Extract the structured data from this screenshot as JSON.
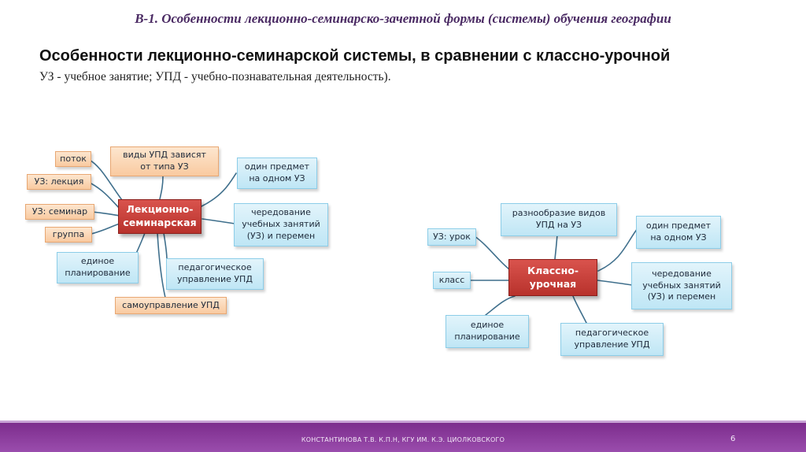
{
  "header": {
    "title": "В-1. Особенности лекционно-семинарско-зачетной формы (системы) обучения географии"
  },
  "main_title": "Особенности лекционно-семинарской системы, в сравнении с классно-урочной",
  "subtitle": "УЗ - учебное занятие; УПД - учебно-познавательная деятельность).",
  "left_diagram": {
    "center": "Лекционно-\nсеминарская",
    "nodes": {
      "potok": "поток",
      "lekciya": "УЗ: лекция",
      "seminar": "УЗ: семинар",
      "gruppa": "группа",
      "vidy": "виды УПД зависят\nот типа УЗ",
      "odin": "один предмет\nна одном УЗ",
      "cheredovanie": "чередование\nучебных занятий\n(УЗ) и перемен",
      "planirovanie": "единое\nпланирование",
      "pedagogicheskoe": "педагогическое\nуправление УПД",
      "samoupravlenie": "самоуправление УПД"
    }
  },
  "right_diagram": {
    "center": "Классно-\nурочная",
    "nodes": {
      "urok": "УЗ: урок",
      "klass": "класс",
      "raznoobrazie": "разнообразие видов\nУПД на УЗ",
      "odin": "один предмет\nна одном УЗ",
      "cheredovanie": "чередование\nучебных занятий\n(УЗ) и перемен",
      "planirovanie": "единое\nпланирование",
      "pedagogicheskoe": "педагогическое\nуправление УПД"
    }
  },
  "footer": {
    "text": "КОНСТАНТИНОВА Т.В. К.П.Н, КГУ ИМ. К.Э. ЦИОЛКОВСКОГО",
    "page_number": "6"
  },
  "colors": {
    "center_fill": "#c43e38",
    "orange_fill": "#fbd7b5",
    "blue_fill": "#cdebf7",
    "connector": "#3f6f8c",
    "footer_bar": "#8a3d9c"
  }
}
